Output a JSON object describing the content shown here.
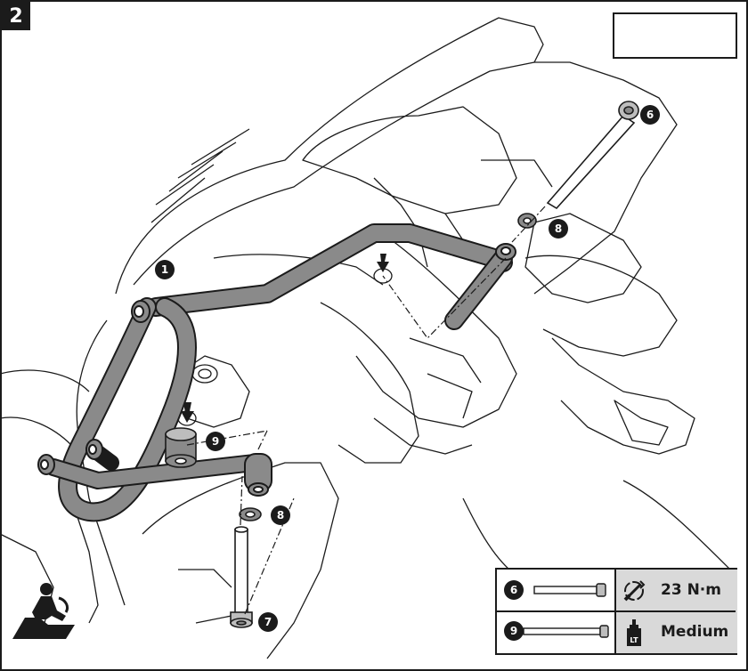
{
  "step": {
    "number": "2"
  },
  "callouts": {
    "c1": "1",
    "c6": "6",
    "c7": "7",
    "c8a": "8",
    "c8b": "8",
    "c9": "9"
  },
  "spec_table": {
    "rows": [
      {
        "part": "6",
        "value": "23 N·m",
        "icon": "torque-wrench-icon"
      },
      {
        "part": "9",
        "value": "Medium",
        "icon": "threadlocker-bottle-icon"
      }
    ]
  },
  "icons": {
    "equivalence": "motorcycle-both-sides-equal-icon",
    "work_position": "mechanic-kneeling-icon"
  },
  "colors": {
    "ink": "#1b1b1b",
    "bracket": "#8a8a8a",
    "table_shade": "#d9d9d9"
  }
}
